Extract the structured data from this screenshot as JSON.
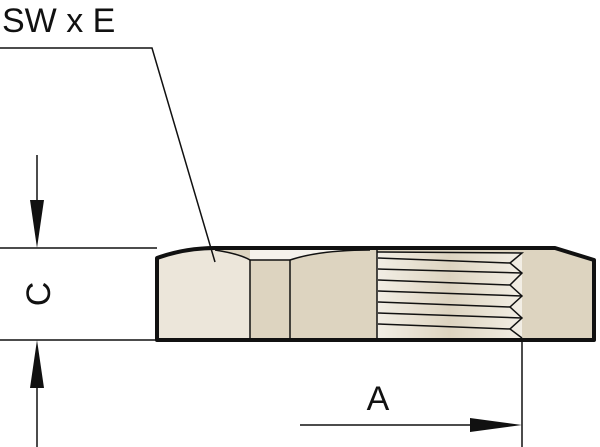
{
  "labels": {
    "width_across_flats": "SW x E",
    "height": "C",
    "length": "A"
  },
  "colors": {
    "light_face": "#ece6da",
    "shaded_face": "#ddd4c0",
    "outline": "#111111"
  }
}
